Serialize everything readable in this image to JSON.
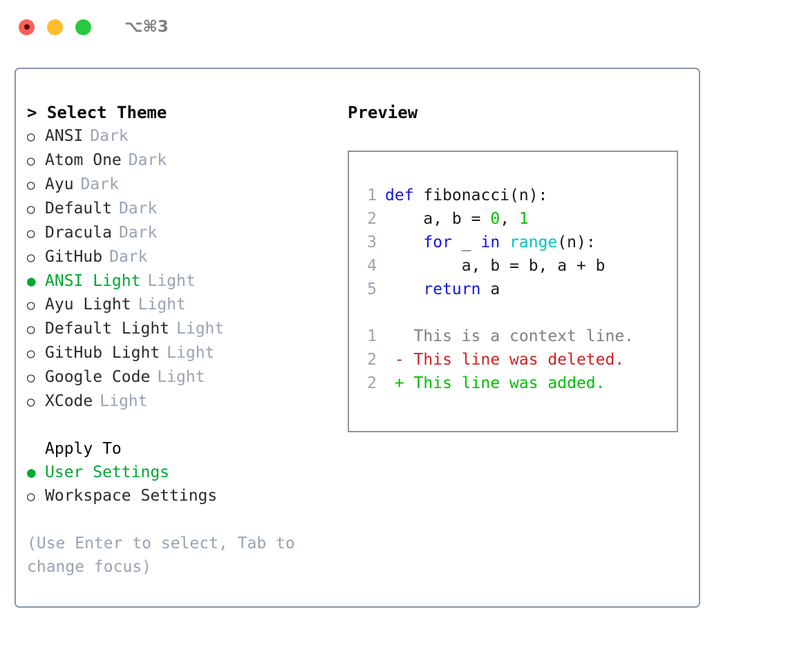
{
  "titlebar": {
    "dots": [
      {
        "name": "close-dot",
        "color": "#ff5f57"
      },
      {
        "name": "minimize-dot",
        "color": "#ffbd2e"
      },
      {
        "name": "maximize-dot",
        "color": "#28c840"
      }
    ],
    "shortcut": "⌥⌘3"
  },
  "theme_picker": {
    "title": "> Select Theme",
    "items": [
      {
        "marker": "○",
        "label": "ANSI",
        "tag": "Dark",
        "selected": false
      },
      {
        "marker": "○",
        "label": "Atom One",
        "tag": "Dark",
        "selected": false
      },
      {
        "marker": "○",
        "label": "Ayu",
        "tag": "Dark",
        "selected": false
      },
      {
        "marker": "○",
        "label": "Default",
        "tag": "Dark",
        "selected": false
      },
      {
        "marker": "○",
        "label": "Dracula",
        "tag": "Dark",
        "selected": false
      },
      {
        "marker": "○",
        "label": "GitHub",
        "tag": "Dark",
        "selected": false
      },
      {
        "marker": "●",
        "label": "ANSI Light",
        "tag": "Light",
        "selected": true
      },
      {
        "marker": "○",
        "label": "Ayu Light",
        "tag": "Light",
        "selected": false
      },
      {
        "marker": "○",
        "label": "Default Light",
        "tag": "Light",
        "selected": false
      },
      {
        "marker": "○",
        "label": "GitHub Light",
        "tag": "Light",
        "selected": false
      },
      {
        "marker": "○",
        "label": "Google Code",
        "tag": "Light",
        "selected": false
      },
      {
        "marker": "○",
        "label": "XCode",
        "tag": "Light",
        "selected": false
      }
    ]
  },
  "apply_to": {
    "title": "Apply To",
    "items": [
      {
        "marker": "●",
        "label": "User Settings",
        "selected": true
      },
      {
        "marker": "○",
        "label": "Workspace Settings",
        "selected": false
      }
    ]
  },
  "help": {
    "text": "(Use Enter to select, Tab to change focus)"
  },
  "preview": {
    "title": "Preview",
    "code_lines": [
      {
        "lineno": "1",
        "tokens": [
          {
            "t": "def",
            "c": "kw"
          },
          {
            "t": " fibonacci(n):",
            "c": "plain"
          }
        ]
      },
      {
        "lineno": "2",
        "tokens": [
          {
            "t": "    a, b = ",
            "c": "plain"
          },
          {
            "t": "0",
            "c": "num"
          },
          {
            "t": ", ",
            "c": "plain"
          },
          {
            "t": "1",
            "c": "num"
          }
        ]
      },
      {
        "lineno": "3",
        "tokens": [
          {
            "t": "    ",
            "c": "plain"
          },
          {
            "t": "for",
            "c": "kw"
          },
          {
            "t": " _ ",
            "c": "plain"
          },
          {
            "t": "in",
            "c": "kw"
          },
          {
            "t": " ",
            "c": "plain"
          },
          {
            "t": "range",
            "c": "fn"
          },
          {
            "t": "(n):",
            "c": "plain"
          }
        ]
      },
      {
        "lineno": "4",
        "tokens": [
          {
            "t": "        a, b = b, a + b",
            "c": "plain"
          }
        ]
      },
      {
        "lineno": "5",
        "tokens": [
          {
            "t": "    ",
            "c": "plain"
          },
          {
            "t": "return",
            "c": "kw"
          },
          {
            "t": " a",
            "c": "plain"
          }
        ]
      }
    ],
    "diff_lines": [
      {
        "lineno": "1",
        "tokens": [
          {
            "t": "   This is a context line.",
            "c": "ctx"
          }
        ]
      },
      {
        "lineno": "2",
        "tokens": [
          {
            "t": " - This line was deleted.",
            "c": "del"
          }
        ]
      },
      {
        "lineno": "2",
        "tokens": [
          {
            "t": " + This line was added.",
            "c": "add"
          }
        ]
      }
    ]
  },
  "colors": {
    "accent_green": "#00a832",
    "border": "#8c95a3",
    "muted": "#9aa3b0",
    "keyword": "#1414e6",
    "function": "#00c3c3",
    "number": "#00c000",
    "diff_delete": "#cc2222",
    "diff_add": "#00c000"
  }
}
